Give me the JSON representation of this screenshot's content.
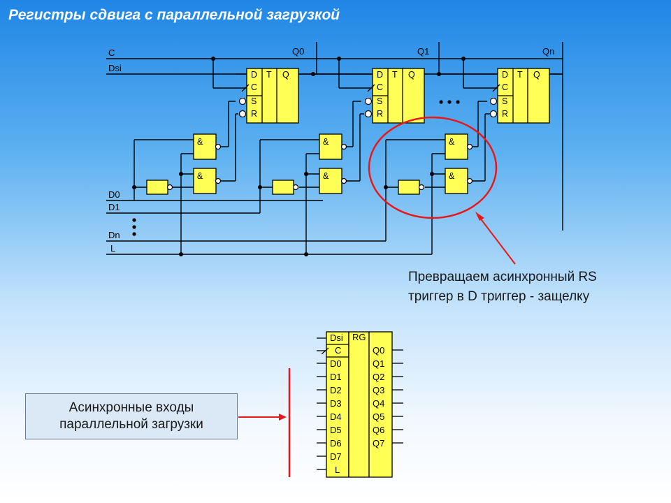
{
  "title": "Регистры сдвига с параллельной загрузкой",
  "signals": {
    "c": "C",
    "dsi": "Dsi",
    "d0": "D0",
    "d1": "D1",
    "dn": "Dn",
    "l": "L"
  },
  "outputs": {
    "q0": "Q0",
    "q1": "Q1",
    "qn": "Qn"
  },
  "flipflop": {
    "d": "D",
    "c": "C",
    "s": "S",
    "r": "R",
    "t": "T",
    "q": "Q"
  },
  "and_gate": "&",
  "annotation": {
    "line1": "Превращаем асинхронный RS",
    "line2": "триггер в D триггер - защелку"
  },
  "note": {
    "line1": "Асинхронные входы",
    "line2": "параллельной загрузки"
  },
  "register": {
    "name": "RG",
    "dsi": "Dsi",
    "clk": "C",
    "inputs": [
      "D0",
      "D1",
      "D2",
      "D3",
      "D4",
      "D5",
      "D6",
      "D7"
    ],
    "load": "L",
    "outputs": [
      "Q0",
      "Q1",
      "Q2",
      "Q3",
      "Q4",
      "Q5",
      "Q6",
      "Q7"
    ]
  },
  "colors": {
    "gate_fill": "#ffff55",
    "highlight": "#e8181a",
    "line": "#000000"
  }
}
